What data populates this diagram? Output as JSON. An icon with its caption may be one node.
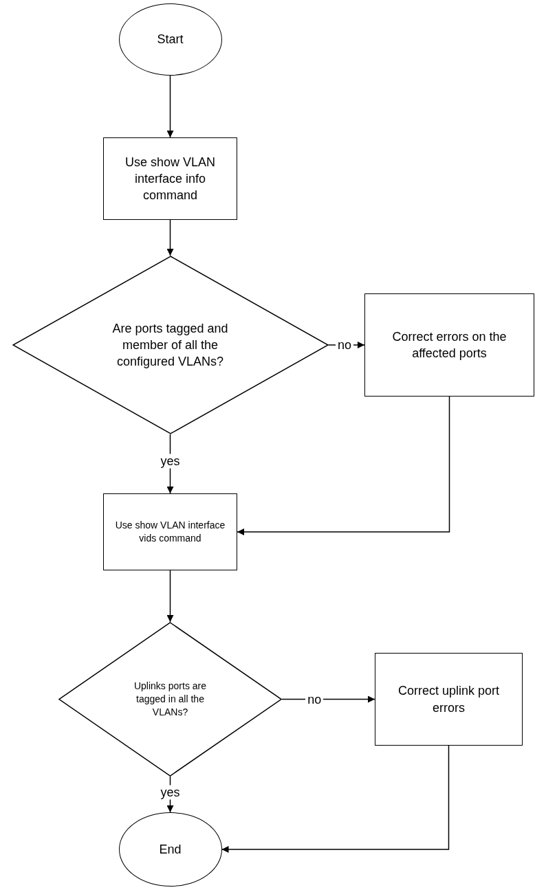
{
  "diagram": {
    "nodes": [
      {
        "text": [
          "Start"
        ]
      },
      {
        "text": [
          "Use show VLAN interface info command"
        ]
      },
      {
        "text": [
          "Are ports tagged and member of all the configured VLANs?"
        ]
      },
      {
        "text": [
          "Correct errors on the affected ports"
        ]
      },
      {
        "text": [
          "Use show VLAN interface vids command"
        ]
      },
      {
        "text": [
          "Uplinks ports are tagged in all the VLANs?"
        ]
      },
      {
        "text": [
          "Correct uplink port errors"
        ]
      },
      {
        "text": [
          "End"
        ]
      }
    ],
    "edges": [
      {
        "from": 0,
        "to": 1,
        "arrow": "to"
      },
      {
        "from": 1,
        "to": 2,
        "arrow": "to"
      },
      {
        "from": 2,
        "to": 3,
        "arrow": "to",
        "label": "no"
      },
      {
        "from": 2,
        "to": 4,
        "arrow": "to",
        "label": "yes"
      },
      {
        "from": 3,
        "to": 4,
        "arrow": "to"
      },
      {
        "from": 4,
        "to": 5,
        "arrow": "to"
      },
      {
        "from": 5,
        "to": 6,
        "arrow": "to",
        "label": "no"
      },
      {
        "from": 5,
        "to": 7,
        "arrow": "to",
        "label": "yes"
      },
      {
        "from": 6,
        "to": 7,
        "arrow": "to"
      }
    ]
  }
}
